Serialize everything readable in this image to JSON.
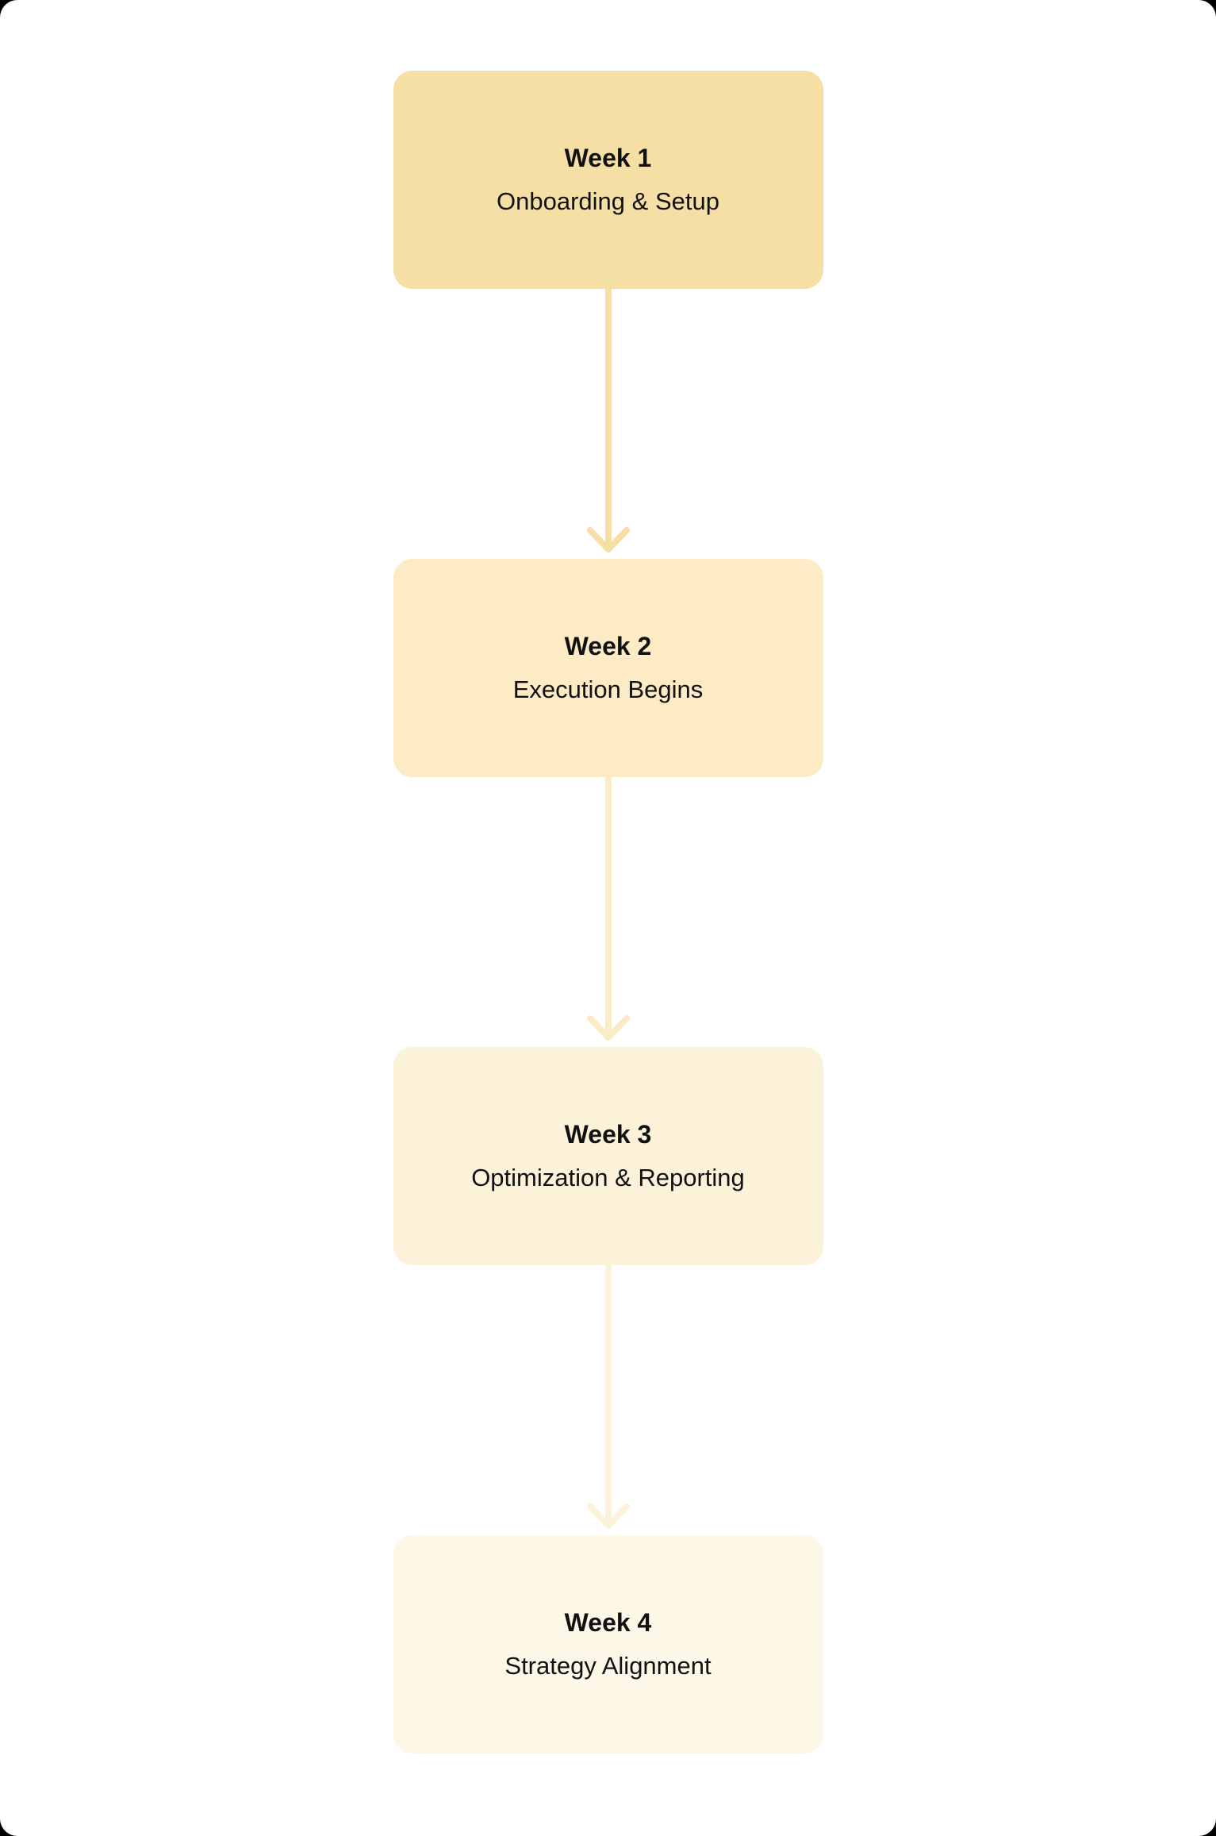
{
  "diagram": {
    "type": "flowchart",
    "direction": "top-to-bottom",
    "canvas_background": "#FFFFFF",
    "text_color": "#111111",
    "steps": [
      {
        "label": "Week 1",
        "title": "Onboarding & Setup",
        "fill_color": "#F5DFA4"
      },
      {
        "label": "Week 2",
        "title": "Execution Begins",
        "fill_color": "#FCEBC4"
      },
      {
        "label": "Week 3",
        "title": "Optimization & Reporting",
        "fill_color": "#FCF2D9"
      },
      {
        "label": "Week 4",
        "title": "Strategy Alignment",
        "fill_color": "#FDF7E8"
      }
    ],
    "connectors": [
      {
        "from": "Week 1",
        "to": "Week 2",
        "color": "#F5DFA4"
      },
      {
        "from": "Week 2",
        "to": "Week 3",
        "color": "#FBECC6"
      },
      {
        "from": "Week 3",
        "to": "Week 4",
        "color": "#FCF2DC"
      }
    ]
  }
}
